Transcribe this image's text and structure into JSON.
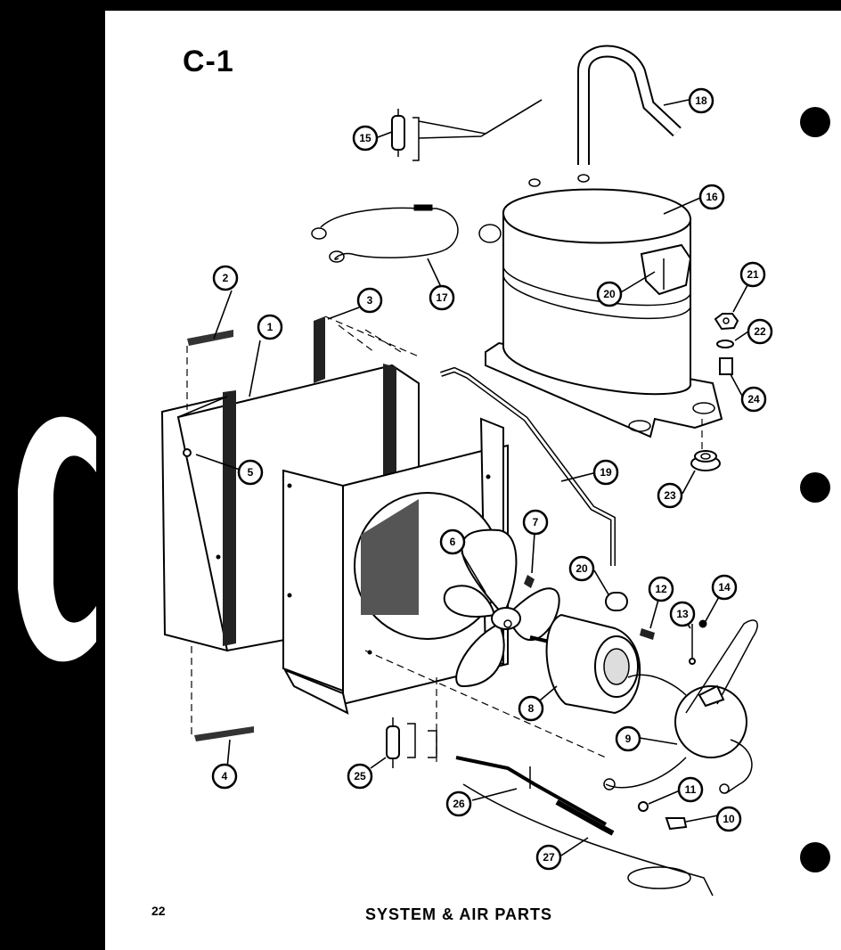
{
  "header": {
    "section_code": "C-1"
  },
  "footer": {
    "page_number": "22",
    "title": "SYSTEM & AIR PARTS"
  },
  "callouts": [
    {
      "id": "c1",
      "label": "1"
    },
    {
      "id": "c2",
      "label": "2"
    },
    {
      "id": "c3",
      "label": "3"
    },
    {
      "id": "c4",
      "label": "4"
    },
    {
      "id": "c5",
      "label": "5"
    },
    {
      "id": "c6",
      "label": "6"
    },
    {
      "id": "c7",
      "label": "7"
    },
    {
      "id": "c8",
      "label": "8"
    },
    {
      "id": "c9",
      "label": "9"
    },
    {
      "id": "c10",
      "label": "10"
    },
    {
      "id": "c11",
      "label": "11"
    },
    {
      "id": "c12",
      "label": "12"
    },
    {
      "id": "c13",
      "label": "13"
    },
    {
      "id": "c14",
      "label": "14"
    },
    {
      "id": "c15",
      "label": "15"
    },
    {
      "id": "c16",
      "label": "16"
    },
    {
      "id": "c17",
      "label": "17"
    },
    {
      "id": "c18",
      "label": "18"
    },
    {
      "id": "c19",
      "label": "19"
    },
    {
      "id": "c20a",
      "label": "20"
    },
    {
      "id": "c20b",
      "label": "20"
    },
    {
      "id": "c21",
      "label": "21"
    },
    {
      "id": "c22",
      "label": "22"
    },
    {
      "id": "c23",
      "label": "23"
    },
    {
      "id": "c24",
      "label": "24"
    },
    {
      "id": "c25",
      "label": "25"
    },
    {
      "id": "c26",
      "label": "26"
    },
    {
      "id": "c27",
      "label": "27"
    }
  ]
}
